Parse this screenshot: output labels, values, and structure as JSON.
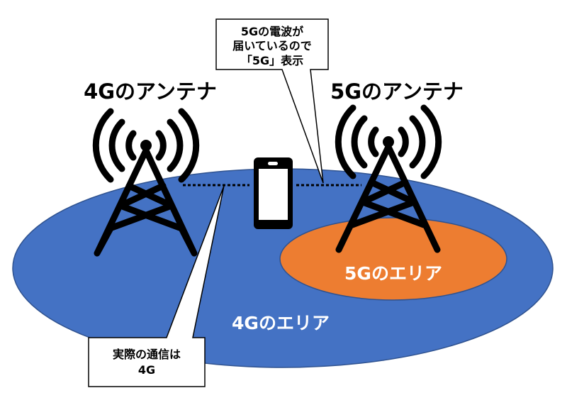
{
  "antenna_4g_label": "4Gのアンテナ",
  "antenna_5g_label": "5Gのアンテナ",
  "area_4g_label": "4Gのエリア",
  "area_5g_label": "5Gのエリア",
  "callout_top": {
    "line1": "5Gの電波が",
    "line2": "届いているので",
    "line3": "「5G」表示"
  },
  "callout_bottom": {
    "line1": "実際の通信は",
    "line2": "4G"
  },
  "colors": {
    "area_4g": "#4472c4",
    "area_5g": "#ed7d31",
    "ink": "#000000"
  }
}
